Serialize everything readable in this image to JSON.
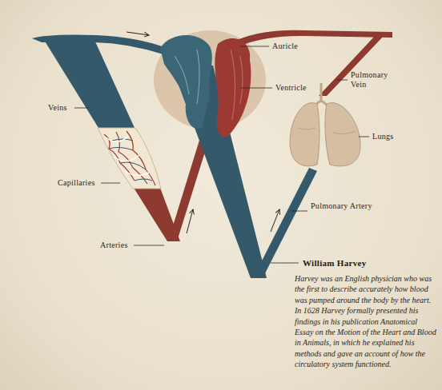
{
  "diagram": {
    "title": "William Harvey",
    "caption": "Harvey was an English physician who was the first to describe accurately how blood was pumped around the body by the heart. In 1628 Harvey formally presented his findings in his publication Anatomical Essay on the Motion of the Heart and Blood in Animals, in which he explained his methods and gave an account of how the circulatory system functioned.",
    "labels": [
      "Auricle",
      "Ventricle",
      "Pulmonary Vein",
      "Lungs",
      "Veins",
      "Capillaries",
      "Pulmonary Artery",
      "Arteries"
    ]
  }
}
